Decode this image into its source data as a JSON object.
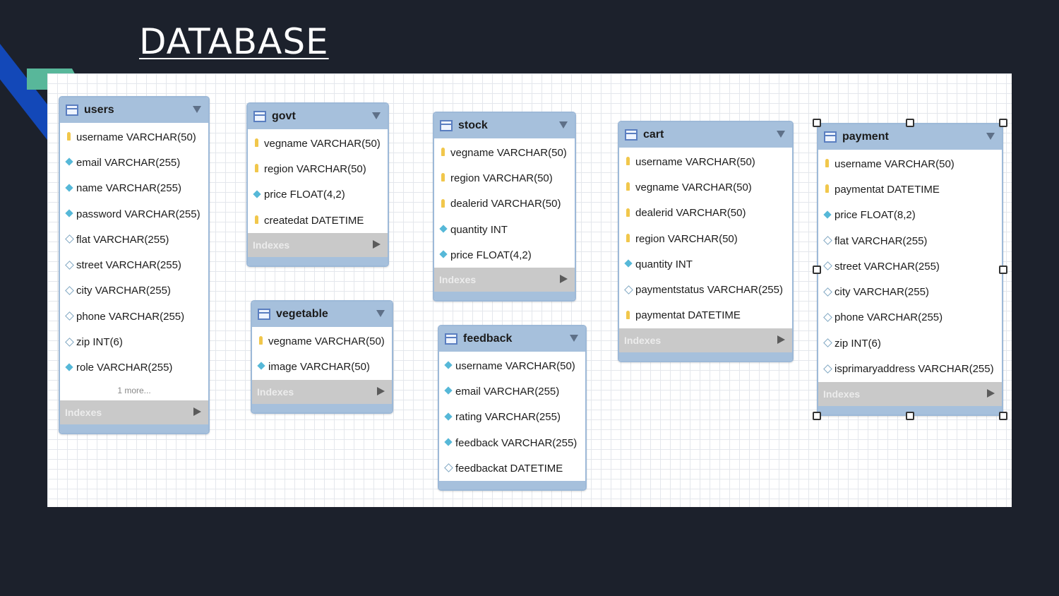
{
  "slide": {
    "title": "DATABASE"
  },
  "diagram": {
    "indexes_label": "Indexes",
    "tables": [
      {
        "name": "users",
        "columns": [
          {
            "text": "username VARCHAR(50)",
            "icon": "key-icon"
          },
          {
            "text": "email VARCHAR(255)",
            "icon": "diamond-filled-icon"
          },
          {
            "text": "name VARCHAR(255)",
            "icon": "diamond-filled-icon"
          },
          {
            "text": "password VARCHAR(255)",
            "icon": "diamond-filled-icon"
          },
          {
            "text": "flat VARCHAR(255)",
            "icon": "diamond-open-icon"
          },
          {
            "text": "street VARCHAR(255)",
            "icon": "diamond-open-icon"
          },
          {
            "text": "city VARCHAR(255)",
            "icon": "diamond-open-icon"
          },
          {
            "text": "phone VARCHAR(255)",
            "icon": "diamond-open-icon"
          },
          {
            "text": "zip INT(6)",
            "icon": "diamond-open-icon"
          },
          {
            "text": "role VARCHAR(255)",
            "icon": "diamond-filled-icon"
          }
        ],
        "more": "1 more...",
        "indexes": true
      },
      {
        "name": "govt",
        "columns": [
          {
            "text": "vegname VARCHAR(50)",
            "icon": "key-icon"
          },
          {
            "text": "region VARCHAR(50)",
            "icon": "key-icon"
          },
          {
            "text": "price FLOAT(4,2)",
            "icon": "diamond-filled-icon"
          },
          {
            "text": "createdat DATETIME",
            "icon": "key-icon"
          }
        ],
        "indexes": true
      },
      {
        "name": "vegetable",
        "columns": [
          {
            "text": "vegname VARCHAR(50)",
            "icon": "key-icon"
          },
          {
            "text": "image VARCHAR(50)",
            "icon": "diamond-filled-icon"
          }
        ],
        "indexes": true
      },
      {
        "name": "stock",
        "columns": [
          {
            "text": "vegname VARCHAR(50)",
            "icon": "key-icon"
          },
          {
            "text": "region VARCHAR(50)",
            "icon": "key-icon"
          },
          {
            "text": "dealerid VARCHAR(50)",
            "icon": "key-icon"
          },
          {
            "text": "quantity INT",
            "icon": "diamond-filled-icon"
          },
          {
            "text": "price FLOAT(4,2)",
            "icon": "diamond-filled-icon"
          }
        ],
        "indexes": true
      },
      {
        "name": "feedback",
        "columns": [
          {
            "text": "username VARCHAR(50)",
            "icon": "diamond-filled-icon"
          },
          {
            "text": "email VARCHAR(255)",
            "icon": "diamond-filled-icon"
          },
          {
            "text": "rating VARCHAR(255)",
            "icon": "diamond-filled-icon"
          },
          {
            "text": "feedback VARCHAR(255)",
            "icon": "diamond-filled-icon"
          },
          {
            "text": "feedbackat DATETIME",
            "icon": "diamond-open-icon"
          }
        ],
        "indexes": false
      },
      {
        "name": "cart",
        "columns": [
          {
            "text": "username VARCHAR(50)",
            "icon": "key-icon"
          },
          {
            "text": "vegname VARCHAR(50)",
            "icon": "key-icon"
          },
          {
            "text": "dealerid VARCHAR(50)",
            "icon": "key-icon"
          },
          {
            "text": "region VARCHAR(50)",
            "icon": "key-icon"
          },
          {
            "text": "quantity INT",
            "icon": "diamond-filled-icon"
          },
          {
            "text": "paymentstatus VARCHAR(255)",
            "icon": "diamond-open-icon"
          },
          {
            "text": "paymentat DATETIME",
            "icon": "key-icon"
          }
        ],
        "indexes": true
      },
      {
        "name": "payment",
        "selected": true,
        "columns": [
          {
            "text": "username VARCHAR(50)",
            "icon": "key-icon"
          },
          {
            "text": "paymentat DATETIME",
            "icon": "key-icon"
          },
          {
            "text": "price FLOAT(8,2)",
            "icon": "diamond-filled-icon"
          },
          {
            "text": "flat VARCHAR(255)",
            "icon": "diamond-open-icon"
          },
          {
            "text": "street VARCHAR(255)",
            "icon": "diamond-open-icon"
          },
          {
            "text": "city VARCHAR(255)",
            "icon": "diamond-open-icon"
          },
          {
            "text": "phone VARCHAR(255)",
            "icon": "diamond-open-icon"
          },
          {
            "text": "zip INT(6)",
            "icon": "diamond-open-icon"
          },
          {
            "text": "isprimaryaddress VARCHAR(255)",
            "icon": "diamond-open-icon"
          }
        ],
        "indexes": true
      }
    ]
  }
}
